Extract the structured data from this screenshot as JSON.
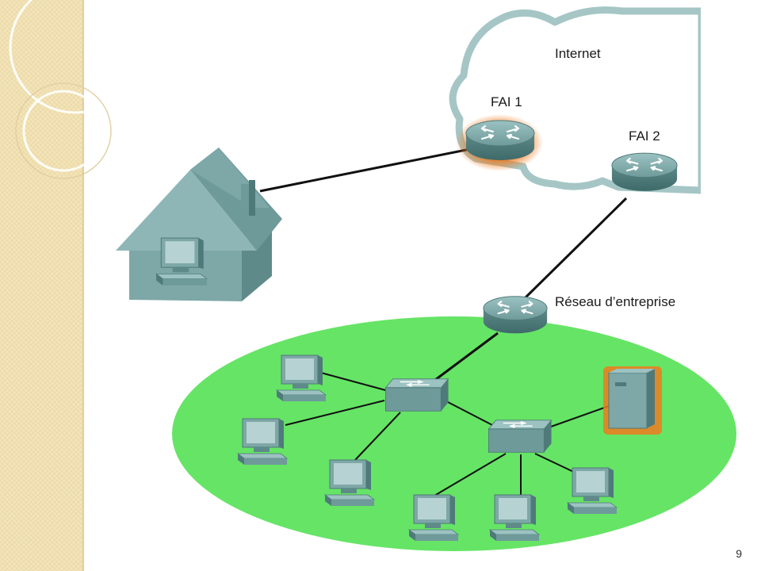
{
  "labels": {
    "internet": "Internet",
    "isp1": "FAI 1",
    "isp2": "FAI 2",
    "enterprise": "Réseau d’entreprise"
  },
  "page_number": "9",
  "colors": {
    "sidebar": "#f3e4b8",
    "cloud_outline": "#a6c6c6",
    "device": "#6f9a9a",
    "device_dark": "#4f7a7a",
    "lan_ellipse": "#66e466",
    "highlight": "#f07a1e"
  }
}
